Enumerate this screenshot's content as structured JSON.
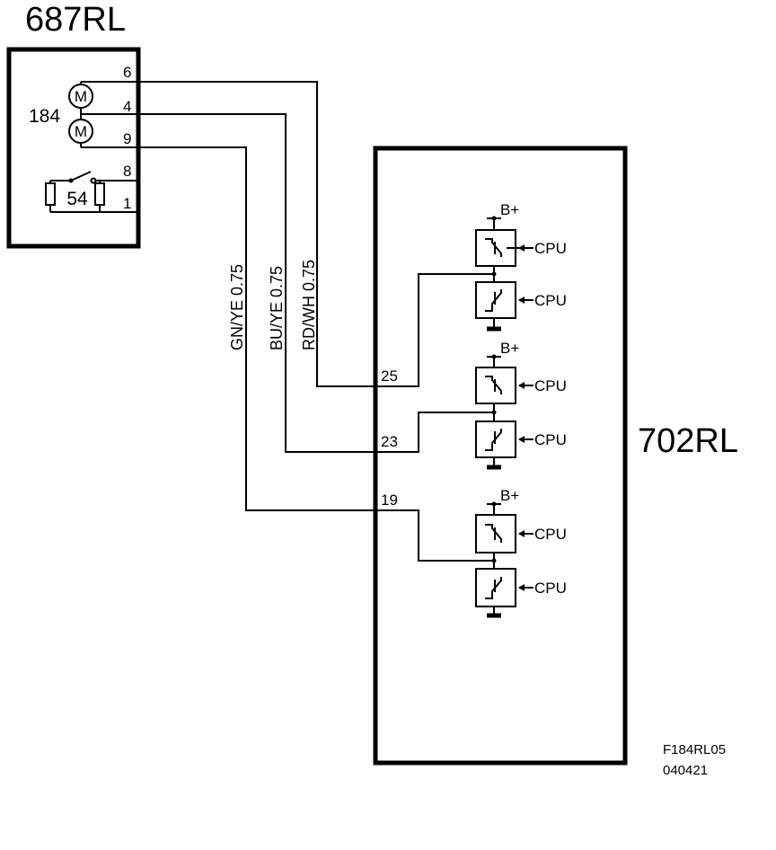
{
  "module_a": {
    "name": "687RL",
    "component_ref": "184",
    "motor_label": "M",
    "switch_ref": "54",
    "pins": {
      "p6": "6",
      "p4": "4",
      "p9": "9",
      "p8": "8",
      "p1": "1"
    }
  },
  "module_b": {
    "name": "702RL",
    "pins": {
      "p25": "25",
      "p23": "23",
      "p19": "19"
    },
    "supply_label": "B+",
    "control_label": "CPU"
  },
  "wires": {
    "w1": "GN/YE  0.75",
    "w2": "BU/YE  0.75",
    "w3": "RD/WH  0.75"
  },
  "figure_ref": {
    "code": "F184RL05",
    "date": "040421"
  }
}
